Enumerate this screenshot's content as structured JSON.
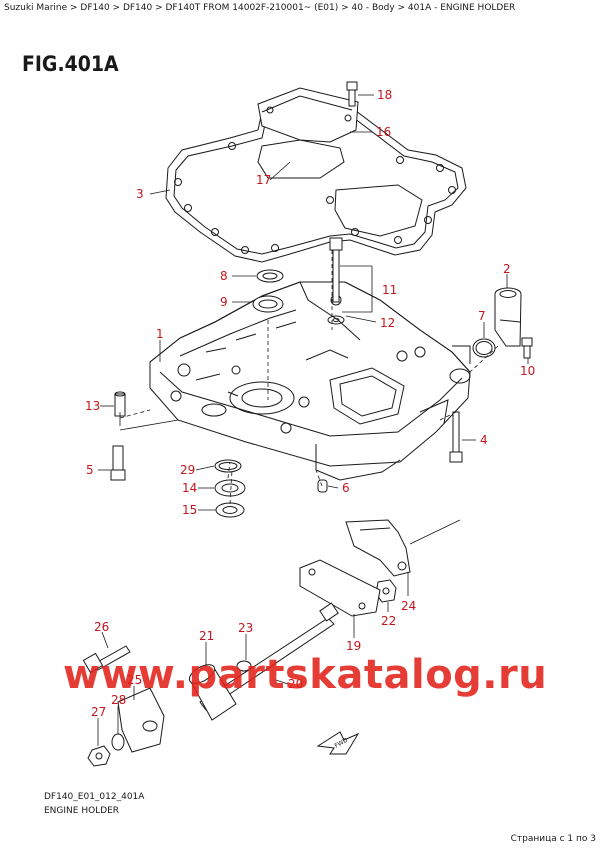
{
  "breadcrumb": "Suzuki Marine > DF140 > DF140 > DF140T FROM 14002F-210001~ (E01) > 40 - Body > 401A - ENGINE HOLDER",
  "figure_title": "FIG.401A",
  "footer": {
    "code": "DF140_E01_012_401A",
    "name": "ENGINE HOLDER",
    "pager": "Страница с 1 по 3"
  },
  "watermark": "www.partskatalog.ru",
  "arrow_label": "FWD",
  "callouts": [
    "18",
    "16",
    "17",
    "3",
    "2",
    "8",
    "11",
    "9",
    "12",
    "7",
    "1",
    "10",
    "13",
    "4",
    "5",
    "29",
    "6",
    "14",
    "15",
    "24",
    "22",
    "19",
    "26",
    "21",
    "23",
    "20",
    "25",
    "28",
    "27"
  ],
  "colors": {
    "callout": "#c4161c",
    "line": "#1a1a1a",
    "watermark": "#e2231a"
  }
}
